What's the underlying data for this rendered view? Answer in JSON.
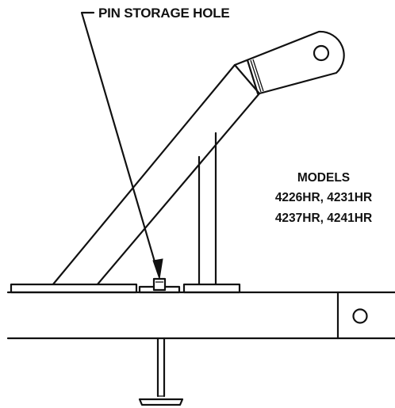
{
  "callout": {
    "label": "PIN STORAGE HOLE"
  },
  "models": {
    "heading": "MODELS",
    "line1": "4226HR, 4231HR",
    "line2": "4237HR, 4241HR"
  }
}
